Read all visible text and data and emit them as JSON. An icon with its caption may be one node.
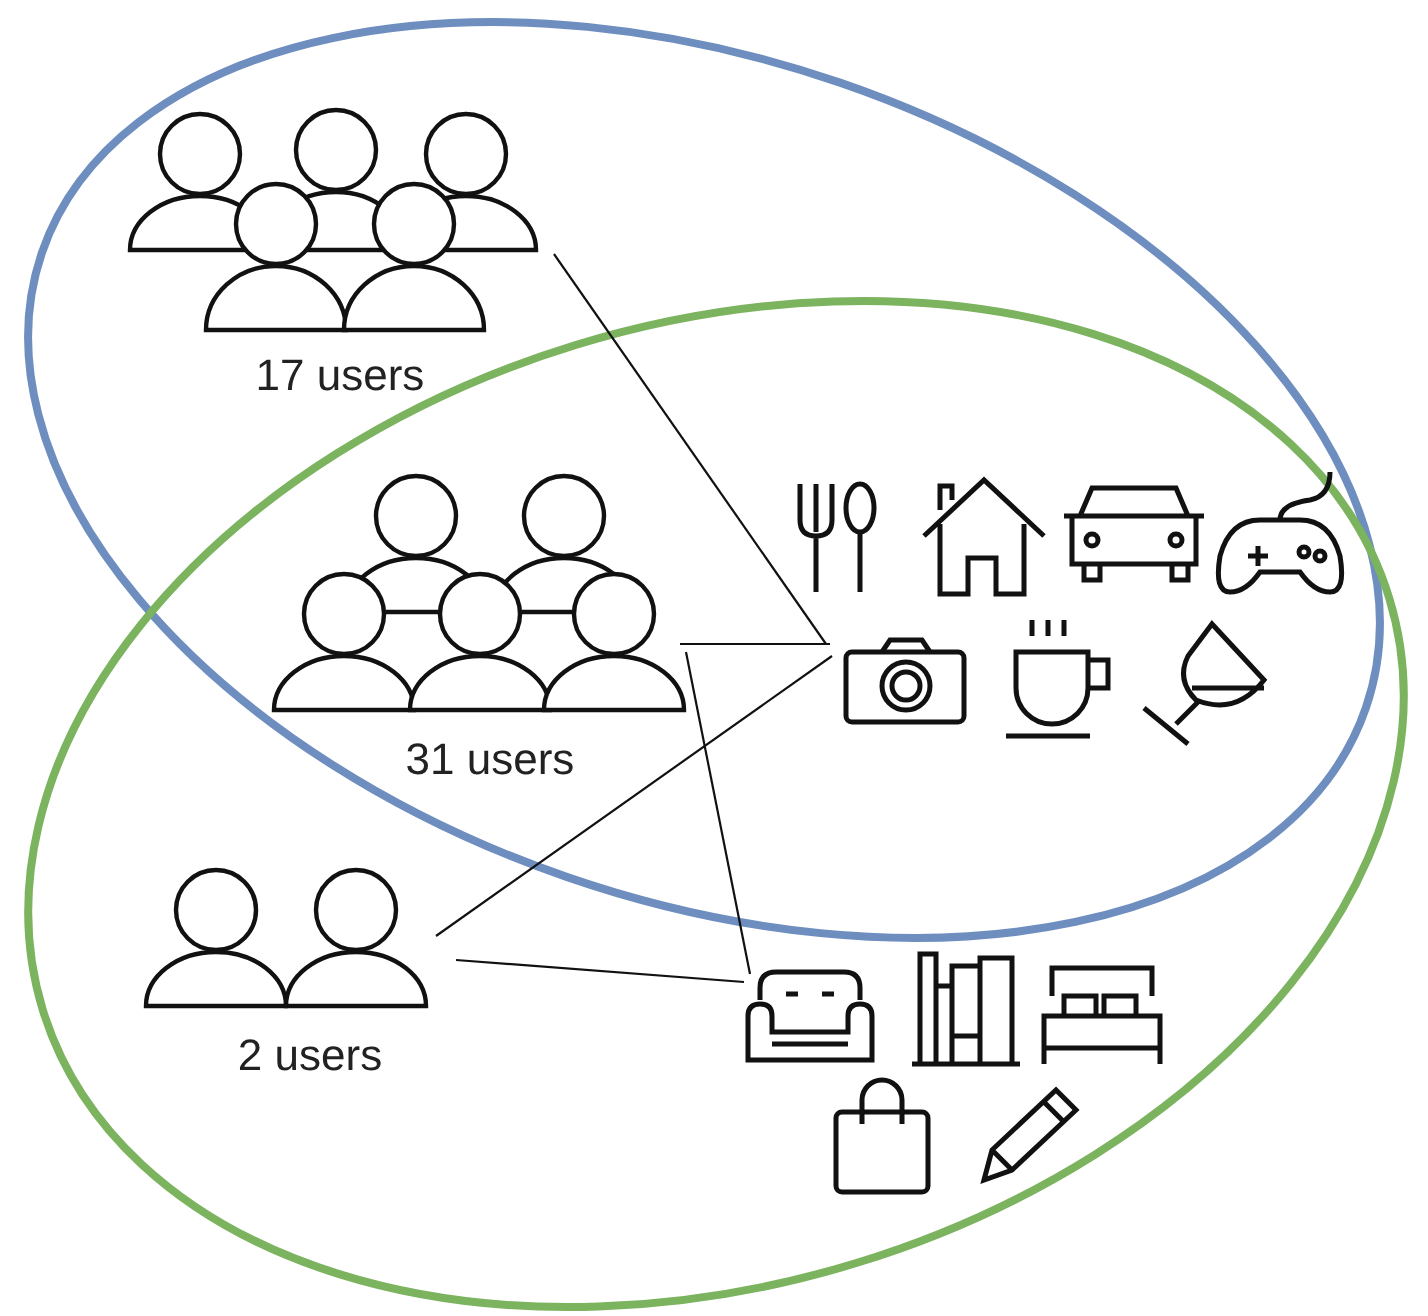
{
  "diagram": {
    "nodes": [
      {
        "text": [
          "17 users"
        ]
      },
      {
        "text": [
          "31 users"
        ]
      },
      {
        "text": [
          "2 users"
        ]
      },
      {
        "text": [],
        "shape": "picture"
      },
      {
        "text": [],
        "shape": "picture"
      }
    ],
    "edges": [
      {
        "from": 0,
        "to": 3,
        "arrow": "none"
      },
      {
        "from": 1,
        "to": 3,
        "arrow": "none"
      },
      {
        "from": 1,
        "to": 4,
        "arrow": "none"
      },
      {
        "from": 2,
        "to": 3,
        "arrow": "none"
      },
      {
        "from": 2,
        "to": 4,
        "arrow": "none"
      }
    ]
  }
}
